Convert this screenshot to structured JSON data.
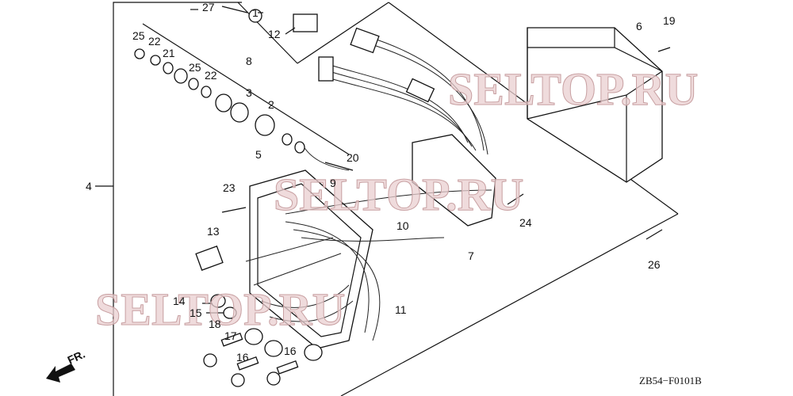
{
  "diagram": {
    "watermark": "SELTOP.RU",
    "drawing_code": "ZB54−F0101B",
    "front_marker": "FR.",
    "part_labels": [
      "27",
      "1",
      "12",
      "25",
      "22",
      "21",
      "25",
      "22",
      "8",
      "3",
      "2",
      "5",
      "20",
      "9",
      "23",
      "4",
      "13",
      "14",
      "15",
      "18",
      "17",
      "16",
      "16",
      "11",
      "10",
      "7",
      "24",
      "26",
      "6",
      "19"
    ]
  }
}
